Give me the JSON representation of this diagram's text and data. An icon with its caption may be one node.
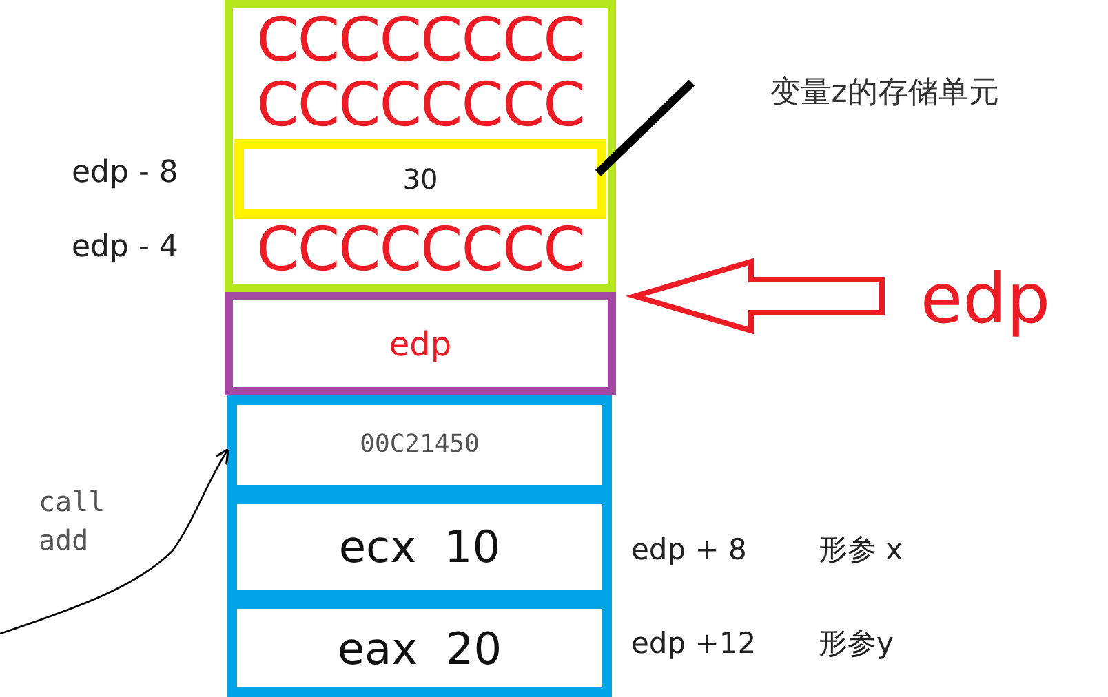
{
  "diagram": {
    "nodes": [
      {
        "text": [
          "CCCCCCCC",
          "CCCCCCCC",
          "CCCCCCCC"
        ]
      },
      {
        "text": [
          "30"
        ],
        "in": 0
      },
      {
        "text": [
          "edp"
        ]
      },
      {
        "text": [
          "00C21450"
        ]
      },
      {
        "text": [
          "ecx  10"
        ]
      },
      {
        "text": [
          "eax  20"
        ]
      },
      {
        "text": [
          "变量z的存储单元"
        ]
      },
      {
        "text": [
          "edp"
        ]
      }
    ],
    "edges": [
      {
        "from": 6,
        "to": 1,
        "arrow": "none",
        "style": "thick"
      },
      {
        "from": 7,
        "to": 2,
        "arrow": "to",
        "color": "#ed1c24"
      },
      {
        "from": null,
        "to": 3,
        "arrow": "to"
      }
    ],
    "labels": [
      "edp - 8",
      "edp - 4",
      "call add",
      "edp + 8",
      "形参 x",
      "edp +12",
      "形参y"
    ]
  }
}
